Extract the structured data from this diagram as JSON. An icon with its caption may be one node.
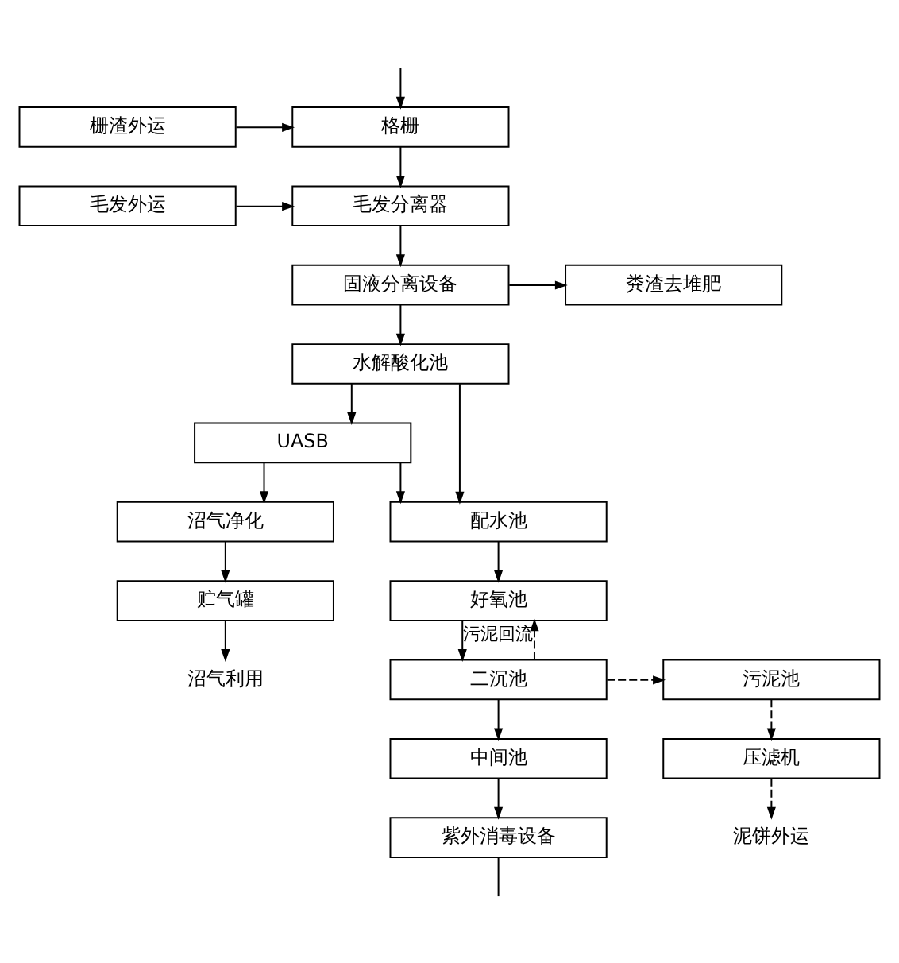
{
  "diagram": {
    "nodes": [
      {
        "text": [
          "格栅"
        ]
      },
      {
        "text": [
          "栅渣外运"
        ]
      },
      {
        "text": [
          "毛发分离器"
        ]
      },
      {
        "text": [
          "毛发外运"
        ]
      },
      {
        "text": [
          "固液分离设备"
        ]
      },
      {
        "text": [
          "粪渣去堆肥"
        ]
      },
      {
        "text": [
          "水解酸化池"
        ]
      },
      {
        "text": [
          "UASB"
        ]
      },
      {
        "text": [
          "沼气净化"
        ]
      },
      {
        "text": [
          "配水池"
        ]
      },
      {
        "text": [
          "贮气罐"
        ]
      },
      {
        "text": [
          "沼气利用"
        ]
      },
      {
        "text": [
          "好氧池"
        ]
      },
      {
        "text": [
          "二沉池"
        ]
      },
      {
        "text": [
          "污泥池"
        ]
      },
      {
        "text": [
          "中间池"
        ]
      },
      {
        "text": [
          "压滤机"
        ]
      },
      {
        "text": [
          "泥饼外运"
        ]
      },
      {
        "text": [
          "紫外消毒设备"
        ]
      }
    ],
    "edges": [
      {
        "from": null,
        "to": 0,
        "arrow": "to"
      },
      {
        "from": 1,
        "to": 0,
        "arrow": "to"
      },
      {
        "from": 0,
        "to": 2,
        "arrow": "to"
      },
      {
        "from": 3,
        "to": 2,
        "arrow": "to"
      },
      {
        "from": 2,
        "to": 4,
        "arrow": "to"
      },
      {
        "from": 4,
        "to": 5,
        "arrow": "to"
      },
      {
        "from": 4,
        "to": 6,
        "arrow": "to"
      },
      {
        "from": 6,
        "to": 7,
        "arrow": "to"
      },
      {
        "from": 6,
        "to": 9,
        "arrow": "to"
      },
      {
        "from": 7,
        "to": 8,
        "arrow": "to"
      },
      {
        "from": 7,
        "to": 9,
        "arrow": "to"
      },
      {
        "from": 8,
        "to": 10,
        "arrow": "to"
      },
      {
        "from": 10,
        "to": 11,
        "arrow": "to"
      },
      {
        "from": 9,
        "to": 12,
        "arrow": "to"
      },
      {
        "from": 12,
        "to": 13,
        "arrow": "to"
      },
      {
        "from": 13,
        "to": 12,
        "arrow": "to",
        "label": "污泥回流",
        "style": "dashed"
      },
      {
        "from": 13,
        "to": 14,
        "arrow": "to",
        "style": "dashed"
      },
      {
        "from": 14,
        "to": 16,
        "arrow": "to",
        "style": "dashed"
      },
      {
        "from": 16,
        "to": 17,
        "arrow": "to",
        "style": "dashed"
      },
      {
        "from": 13,
        "to": 15,
        "arrow": "to"
      },
      {
        "from": 15,
        "to": 18,
        "arrow": "to"
      },
      {
        "from": 18,
        "to": null,
        "arrow": "none"
      }
    ]
  }
}
